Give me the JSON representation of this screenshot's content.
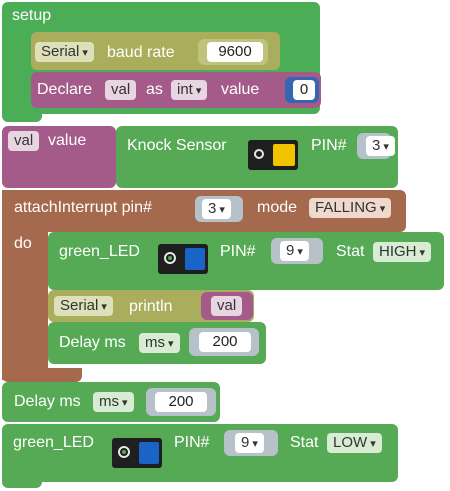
{
  "setup": {
    "label": "setup",
    "serial_block": {
      "serial": "Serial",
      "baud_label": "baud rate",
      "baud_value": "9600"
    },
    "declare_block": {
      "label": "Declare",
      "var": "val",
      "as": "as",
      "type": "int",
      "value_label": "value",
      "value": "0"
    }
  },
  "assign": {
    "var": "val",
    "label": "value",
    "knock": {
      "label": "Knock Sensor",
      "pin_label": "PIN#",
      "pin": "3"
    }
  },
  "attach": {
    "label": "attachInterrupt pin#",
    "pin": "3",
    "mode_label": "mode",
    "mode": "FALLING",
    "do": "do",
    "led": {
      "label": "green_LED",
      "pin_label": "PIN#",
      "pin": "9",
      "stat_label": "Stat",
      "stat": "HIGH"
    },
    "println": {
      "serial": "Serial",
      "label": "println",
      "var": "val"
    },
    "delay": {
      "label": "Delay ms",
      "unit": "ms",
      "value": "200"
    }
  },
  "delay": {
    "label": "Delay ms",
    "unit": "ms",
    "value": "200"
  },
  "led2": {
    "label": "green_LED",
    "pin_label": "PIN#",
    "pin": "9",
    "stat_label": "Stat",
    "stat": "LOW"
  },
  "colors": {
    "setup_green": "#4cad57",
    "olive": "#a9ad5c",
    "purple": "#a55b8a",
    "brown": "#a5694d",
    "green": "#56aa56",
    "value_bg": "#e8e8e8"
  }
}
